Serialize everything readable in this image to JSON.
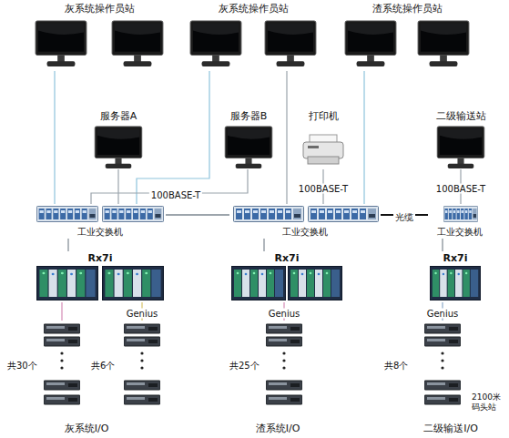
{
  "diagram": {
    "nodes": [
      {
        "text": [
          "灰系统操作员站"
        ]
      },
      {
        "text": [
          "灰系统操作员站"
        ]
      },
      {
        "text": [
          "渣系统操作员站"
        ]
      },
      {
        "text": [
          "服务器A"
        ]
      },
      {
        "text": [
          "服务器B"
        ]
      },
      {
        "text": [
          "打印机"
        ]
      },
      {
        "text": [
          "二级输送站"
        ]
      },
      {
        "text": [
          "工业交换机"
        ]
      },
      {
        "text": [
          "工业交换机"
        ]
      },
      {
        "text": [
          "工业交换机"
        ]
      },
      {
        "text": [
          "Rx7i"
        ]
      },
      {
        "text": [
          "Rx7i"
        ]
      },
      {
        "text": [
          "Rx7i"
        ]
      },
      {
        "text": [
          "共30个"
        ]
      },
      {
        "text": [
          "共6个"
        ]
      },
      {
        "text": [
          "共25个"
        ]
      },
      {
        "text": [
          "共8个",
          "2100米码头站"
        ]
      }
    ],
    "edges": [
      {
        "from": 0,
        "to": 7,
        "arrow": "none"
      },
      {
        "from": 1,
        "to": 7,
        "arrow": "none"
      },
      {
        "from": 1,
        "to": 8,
        "arrow": "none"
      },
      {
        "from": 2,
        "to": 8,
        "arrow": "none"
      },
      {
        "from": 3,
        "to": 7,
        "arrow": "none"
      },
      {
        "from": 4,
        "to": 7,
        "label": "100BASE-T",
        "arrow": "none"
      },
      {
        "from": 5,
        "to": 8,
        "label": "100BASE-T",
        "arrow": "none"
      },
      {
        "from": 6,
        "to": 9,
        "label": "100BASE-T",
        "arrow": "none"
      },
      {
        "from": 7,
        "to": 8,
        "arrow": "none"
      },
      {
        "from": 8,
        "to": 9,
        "label": "光缆",
        "arrow": "none"
      },
      {
        "from": 7,
        "to": 10,
        "arrow": "none"
      },
      {
        "from": 8,
        "to": 11,
        "arrow": "none"
      },
      {
        "from": 9,
        "to": 12,
        "arrow": "none"
      },
      {
        "from": 10,
        "to": 13,
        "arrow": "none"
      },
      {
        "from": 10,
        "to": 14,
        "label": "Genius",
        "arrow": "none"
      },
      {
        "from": 11,
        "to": 15,
        "label": "Genius",
        "arrow": "none"
      },
      {
        "from": 12,
        "to": 16,
        "label": "Genius",
        "arrow": "none"
      }
    ],
    "labels": [
      "灰系统I/O",
      "渣系统I/O",
      "二级输送I/O"
    ]
  }
}
